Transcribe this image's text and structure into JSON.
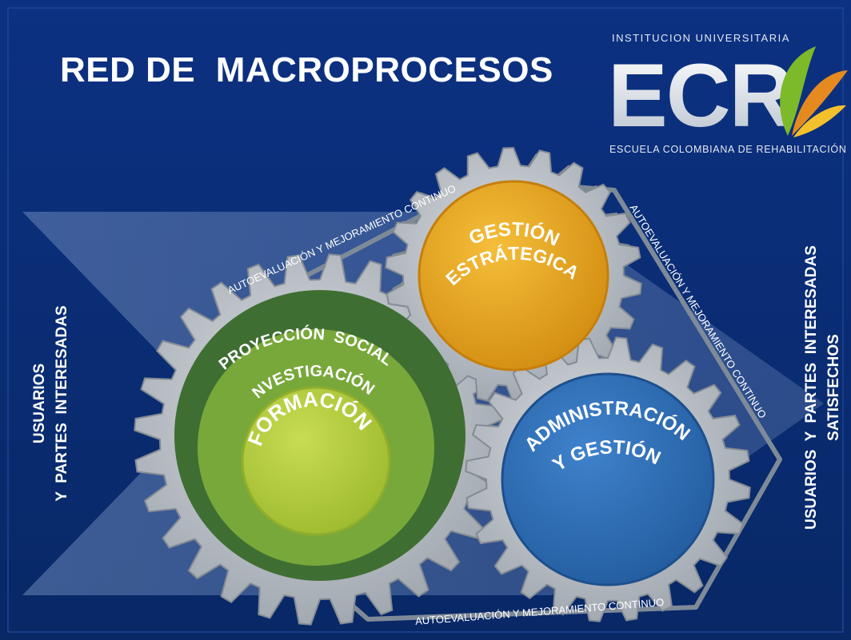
{
  "title": "RED DE  MACROPROCESOS",
  "logo": {
    "top_text": "INSTITUCION UNIVERSITARIA",
    "letters": "ECR",
    "bottom_text": "ESCUELA COLOMBIANA DE REHABILITACIÓN"
  },
  "left_label": {
    "line1": "USUARIOS",
    "line2": "Y  PARTES  INTERESADAS"
  },
  "right_label": {
    "line1": "USUARIOS  Y  PARTES  INTERESADAS",
    "line2": "SATISFECHOS"
  },
  "gears": {
    "green_outer": "PROYECCIÓN  SOCIAL",
    "green_middle": "INVESTIGACIÓN",
    "green_inner": "FORMACIÓN",
    "orange_line1": "GESTIÓN",
    "orange_line2": "ESTRÁTEGICA",
    "blue_line1": "ADMINISTRACIÓN",
    "blue_line2": "Y GESTIÓN"
  },
  "belt_labels": {
    "top_left": "AUTOEVALUACIÓN Y MEJORAMIENTO CONTINUO",
    "top_right": "AUTOEVALUACIÓN Y MEJORAMIENTO CONTINUO",
    "bottom": "AUTOEVALUACIÓN Y MEJORAMIENTO CONTINUO"
  },
  "colors": {
    "background": "#0b2f7a",
    "gear": "#b9bfc6",
    "green_dark": "#3f6e33",
    "green_mid": "#78a83a",
    "green_light": "#b2cb3a",
    "orange": "#e6a11b",
    "blue": "#2f6db4",
    "logo_green": "#78b82a",
    "logo_orange": "#e48a1f"
  }
}
